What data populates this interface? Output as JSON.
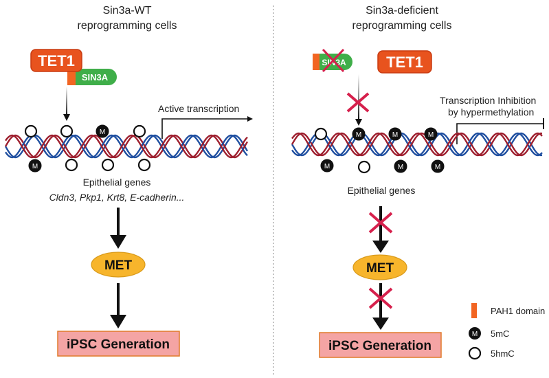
{
  "colors": {
    "tet1_fill": "#e8531e",
    "sin3a_fill": "#3fae49",
    "pah1": "#f26522",
    "strand_red": "#9e1f2e",
    "strand_blue": "#1f4fa0",
    "met_fill": "#f7b52c",
    "ipsc_fill": "#f4a4a4",
    "ipsc_border": "#e07a2a",
    "cross": "#d6204c"
  },
  "icons": {
    "methylation": "filled-circle-M",
    "hydroxymethylation": "open-circle",
    "block": "red-x"
  },
  "left": {
    "title_line1": "Sin3a-WT",
    "title_line2": "reprogramming cells",
    "tet1_label": "TET1",
    "sin3a_label": "SIN3A",
    "active_transcription": "Active transcription",
    "genes_label": "Epithelial genes",
    "genes_list": "Cldn3, Pkp1, Krt8, E-cadherin...",
    "met_label": "MET",
    "ipsc_label": "iPSC Generation"
  },
  "right": {
    "title_line1": "Sin3a-deficient",
    "title_line2": "reprogramming cells",
    "sin3a_label": "SIN3A",
    "tet1_label": "TET1",
    "inhibition_line1": "Transcription Inhibition",
    "inhibition_line2": "by hypermethylation",
    "genes_label": "Epithelial genes",
    "met_label": "MET",
    "ipsc_label": "iPSC Generation"
  },
  "mark_letter": "M",
  "legend": {
    "pah1": "PAH1 domain",
    "mc": "5mC",
    "hmc": "5hmC"
  }
}
